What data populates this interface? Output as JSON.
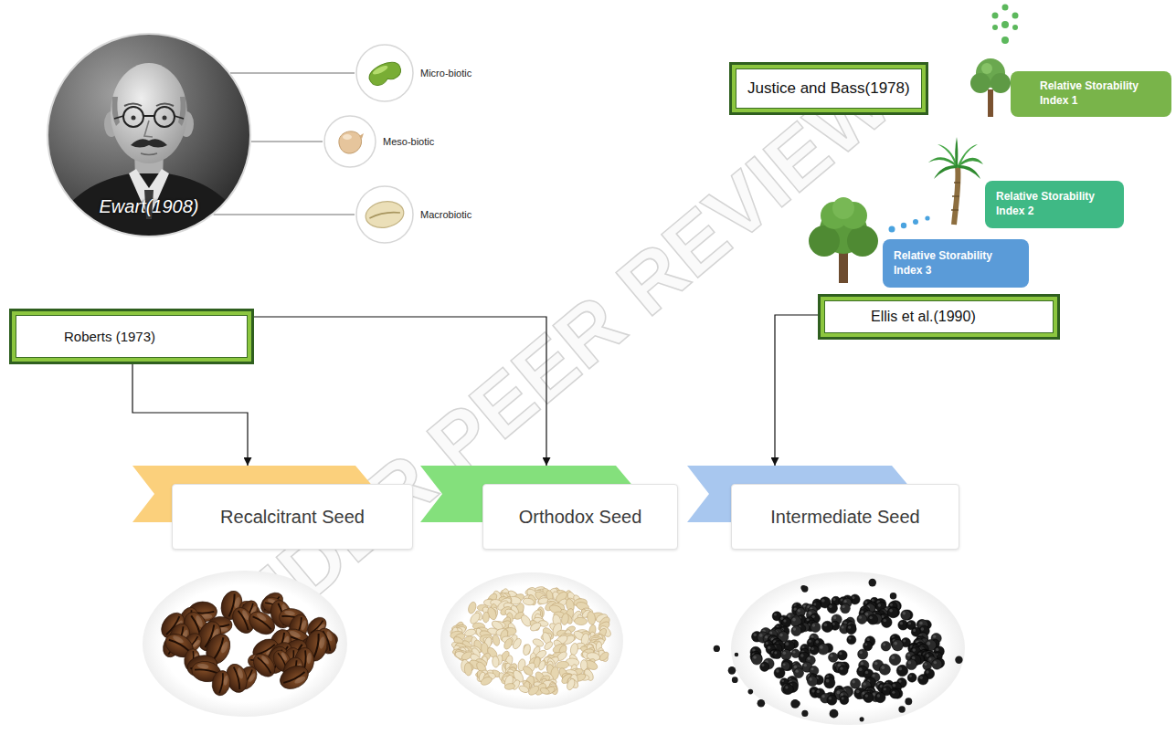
{
  "diagram": {
    "nodes": [
      {
        "text": [
          "Ewart(1908)"
        ]
      },
      {
        "text": [
          "Micro-biotic"
        ]
      },
      {
        "text": [
          "Meso-biotic"
        ]
      },
      {
        "text": [
          "Macrobiotic"
        ]
      },
      {
        "text": [
          "Justice and Bass(1978)"
        ]
      },
      {
        "text": [
          "Relative Storability Index 1"
        ]
      },
      {
        "text": [
          "Relative Storability Index 2"
        ]
      },
      {
        "text": [
          "Relative Storability Index 3"
        ]
      },
      {
        "text": [
          "Roberts (1973)"
        ]
      },
      {
        "text": [
          "Ellis et al.(1990)"
        ]
      },
      {
        "text": [
          "Recalcitrant Seed"
        ]
      },
      {
        "text": [
          "Orthodox Seed"
        ]
      },
      {
        "text": [
          "Intermediate Seed"
        ]
      }
    ],
    "edges": [
      {
        "from": 0,
        "to": 1,
        "arrow": "none"
      },
      {
        "from": 0,
        "to": 2,
        "arrow": "none"
      },
      {
        "from": 0,
        "to": 3,
        "arrow": "none"
      },
      {
        "from": 8,
        "to": 10,
        "arrow": "to"
      },
      {
        "from": 8,
        "to": 11,
        "arrow": "to"
      },
      {
        "from": 9,
        "to": 12,
        "arrow": "to"
      }
    ],
    "labels": [
      "UNDER PEER REVIEW"
    ]
  }
}
